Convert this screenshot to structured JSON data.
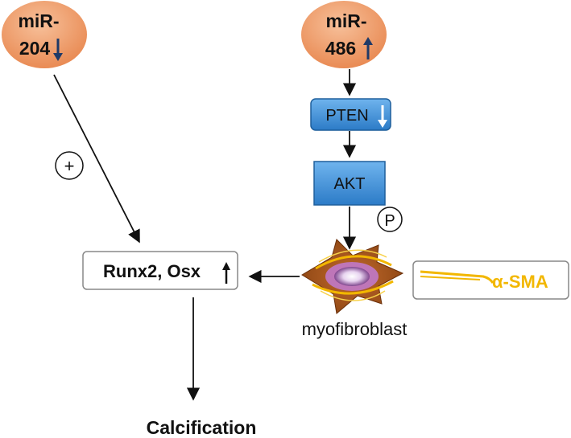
{
  "mir204": {
    "line1": "miR-",
    "line2": "204",
    "arrow": "down"
  },
  "mir486": {
    "line1": "miR-",
    "line2": "486",
    "arrow": "up"
  },
  "pten": {
    "label": "PTEN",
    "arrow": "down"
  },
  "akt": {
    "label": "AKT"
  },
  "phospho": {
    "label": "P"
  },
  "plus": {
    "label": "+"
  },
  "runx": {
    "label": "Runx2, Osx",
    "arrow": "up"
  },
  "myofibroblast": {
    "label": "myofibroblast"
  },
  "sma": {
    "label": "α-SMA"
  },
  "calcification": {
    "label": "Calcification"
  },
  "colors": {
    "mirna_fill": "#f0a070",
    "box_blue": "#3b8fd6",
    "arrow_navy": "#1f3a68",
    "sma_yellow": "#f2b700",
    "cell_brown": "#a0521e"
  }
}
